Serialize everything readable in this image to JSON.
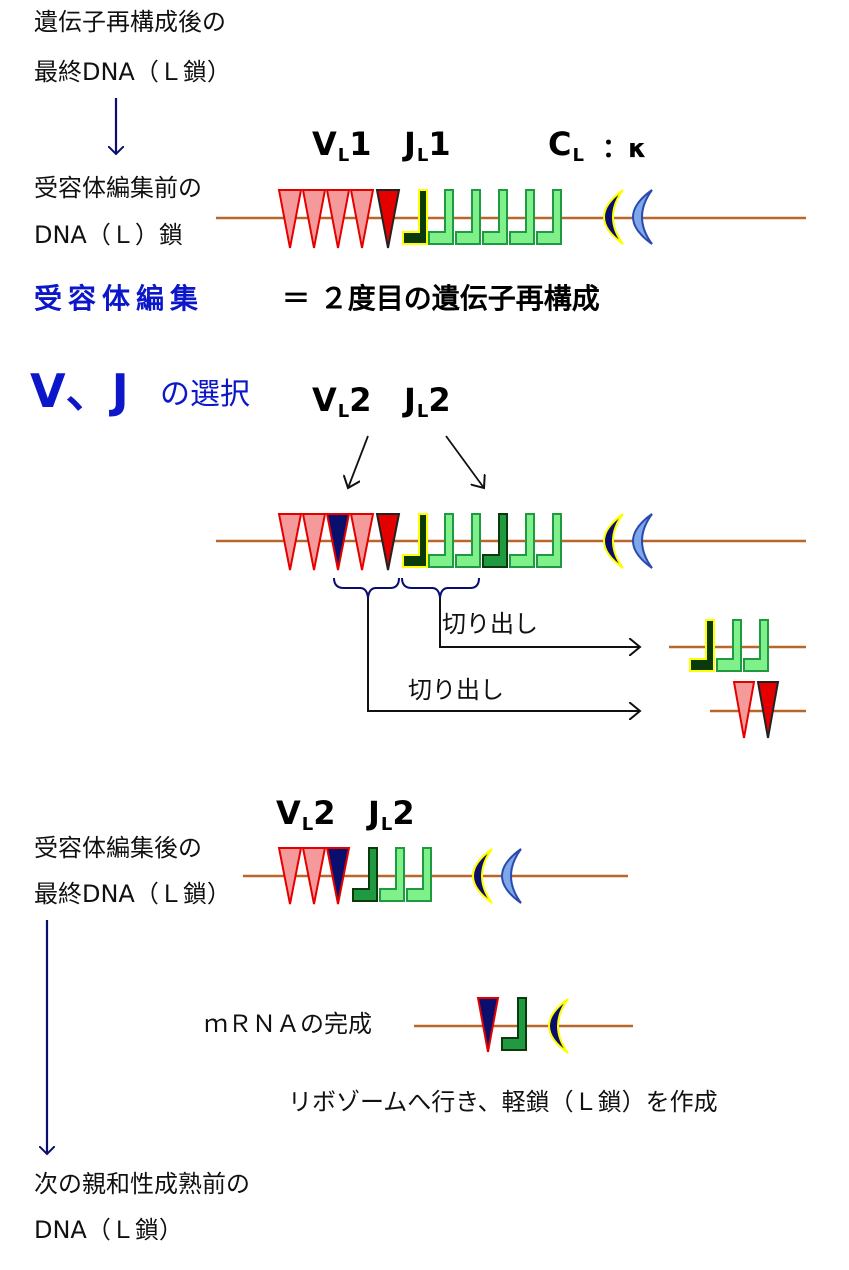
{
  "texts": {
    "final_dna_before_line1": "遺伝子再構成後の",
    "final_dna_before_line2": "最終DNA（Ｌ鎖）",
    "pre_edit_line1": "受容体編集前の",
    "pre_edit_line2": "DNA（Ｌ）鎖",
    "receptor_editing": "受容体編集",
    "equals_second": "＝ ２度目の遺伝子再構成",
    "vj_prefix": "V、J",
    "vj_suffix": "の選択",
    "excise_1": "切り出し",
    "excise_2": "切り出し",
    "post_edit_line1": "受容体編集後の",
    "post_edit_line2": "最終DNA（Ｌ鎖）",
    "mrna_complete": "ｍＲＮＡの完成",
    "ribosome": "リボゾームへ行き、軽鎖（Ｌ鎖）を作成",
    "next_line1": "次の親和性成熟前の",
    "next_line2": "DNA（Ｌ鎖）"
  },
  "segments": {
    "v_main": "V",
    "v_sub": "L",
    "v1_num": "1",
    "v2_num": "2",
    "j_main": "J",
    "j_sub": "L",
    "j1_num": "1",
    "j2_num": "2",
    "c_main": "C",
    "c_sub": "L",
    "c_kappa": "：κ"
  },
  "colors": {
    "dna_line": "#b8662a",
    "v_light": "#f59a9a",
    "v_selected": "#e50000",
    "v_new": "#0a0f6e",
    "j_light": "#80f08a",
    "j_selected": "#0a3a0a",
    "j_new": "#1f9a43",
    "c_dark": "#0a0f6e",
    "c_light": "#7fa8ea",
    "yellow_outline": "#ffff00",
    "arrow_blue": "#0a0f6e",
    "label_blue": "#0b17c9"
  }
}
